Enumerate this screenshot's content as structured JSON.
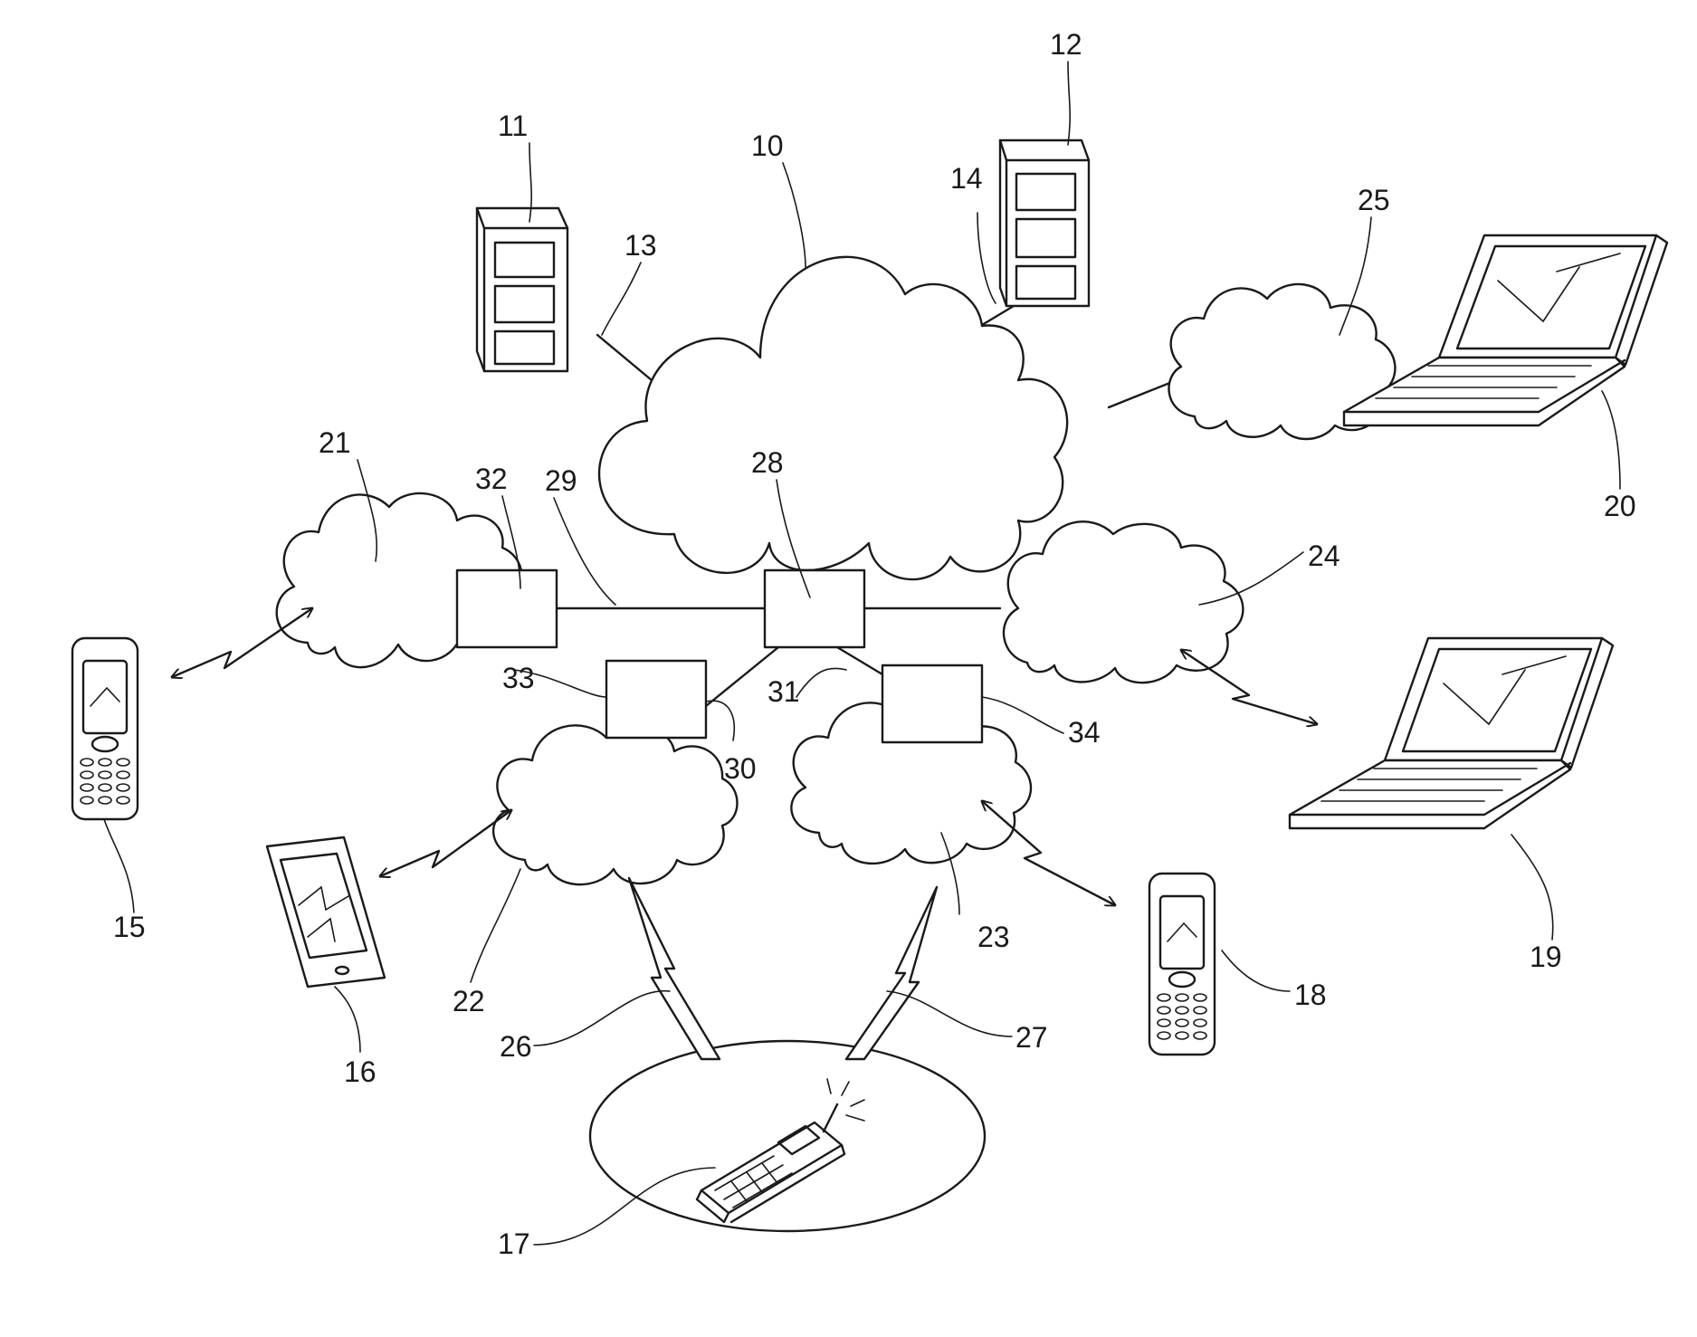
{
  "labels": {
    "n10": "10",
    "n11": "11",
    "n12": "12",
    "n13": "13",
    "n14": "14",
    "n15": "15",
    "n16": "16",
    "n17": "17",
    "n18": "18",
    "n19": "19",
    "n20": "20",
    "n21": "21",
    "n22": "22",
    "n23": "23",
    "n24": "24",
    "n25": "25",
    "n26": "26",
    "n27": "27",
    "n28": "28",
    "n29": "29",
    "n30": "30",
    "n31": "31",
    "n32": "32",
    "n33": "33",
    "n34": "34"
  },
  "colors": {
    "ink": "#1a1a1a",
    "background": "#ffffff"
  }
}
